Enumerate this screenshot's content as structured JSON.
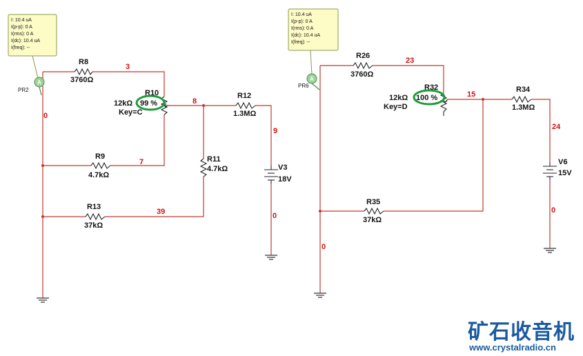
{
  "circuit_left": {
    "probe": {
      "name": "PR2",
      "letter": "A",
      "readings": [
        "I: 10.4 uA",
        "I(p-p): 0 A",
        "I(rms): 0 A",
        "I(dc): 10.4 uA",
        "I(freq): --"
      ]
    },
    "r8": {
      "name": "R8",
      "value": "3760Ω"
    },
    "r9": {
      "name": "R9",
      "value": "4.7kΩ"
    },
    "r10": {
      "name": "R10",
      "value": "12kΩ",
      "setting": "99 %",
      "key": "Key=C"
    },
    "r11": {
      "name": "R11",
      "value": "4.7kΩ"
    },
    "r12": {
      "name": "R12",
      "value": "1.3MΩ"
    },
    "r13": {
      "name": "R13",
      "value": "37kΩ"
    },
    "v3": {
      "name": "V3",
      "value": "18V"
    },
    "nets": {
      "n3": "3",
      "n0a": "0",
      "n7": "7",
      "n8": "8",
      "n9": "9",
      "n39": "39",
      "n0b": "0"
    }
  },
  "circuit_right": {
    "probe": {
      "name": "PR6",
      "letter": "A",
      "readings": [
        "I: 10.4 uA",
        "I(p-p): 0 A",
        "I(rms): 0 A",
        "I(dc): 10.4 uA",
        "I(freq): --"
      ]
    },
    "r26": {
      "name": "R26",
      "value": "3760Ω"
    },
    "r32": {
      "name": "R32",
      "value": "12kΩ",
      "setting": "100 %",
      "key": "Key=D"
    },
    "r34": {
      "name": "R34",
      "value": "1.3MΩ"
    },
    "r35": {
      "name": "R35",
      "value": "37kΩ"
    },
    "v6": {
      "name": "V6",
      "value": "15V"
    },
    "nets": {
      "n23": "23",
      "n15": "15",
      "n24": "24",
      "n0a": "0",
      "n0b": "0"
    }
  },
  "branding": {
    "chinese": "矿石收音机",
    "url": "www.crystalradio.cn"
  },
  "colors": {
    "wire": "#c0392b",
    "net_label": "#d01010",
    "highlight_ring": "#1e9a3a",
    "brand": "#1a5aa0"
  }
}
